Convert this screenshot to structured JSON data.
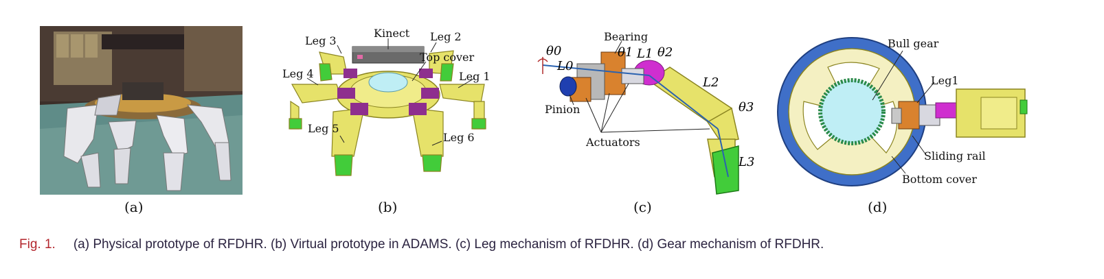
{
  "panels": {
    "a": {
      "sublabel": "(a)"
    },
    "b": {
      "sublabel": "(b)",
      "labels": {
        "kinect": "Kinect",
        "leg3": "Leg 3",
        "leg2": "Leg 2",
        "top_cover": "Top cover",
        "leg4": "Leg 4",
        "leg1": "Leg 1",
        "leg5": "Leg 5",
        "leg6": "Leg 6"
      }
    },
    "c": {
      "sublabel": "(c)",
      "labels": {
        "bearing": "Bearing",
        "theta0": "θ0",
        "theta1": "θ1",
        "theta2": "θ2",
        "theta3": "θ3",
        "l0": "L0",
        "l1": "L1",
        "l2": "L2",
        "l3": "L3",
        "pinion": "Pinion",
        "actuators": "Actuators"
      }
    },
    "d": {
      "sublabel": "(d)",
      "labels": {
        "bull_gear": "Bull gear",
        "leg1": "Leg1",
        "sliding_rail": "Sliding rail",
        "bottom_cover": "Bottom cover"
      }
    }
  },
  "caption": {
    "figure_number": "Fig. 1.",
    "text": "(a) Physical prototype of RFDHR. (b) Virtual prototype in ADAMS. (c) Leg mechanism of RFDHR. (d) Gear mechanism of RFDHR."
  },
  "colors": {
    "yellow": "#e6e26a",
    "green": "#42cc3a",
    "magenta": "#cf2ecf",
    "orange": "#d9822e",
    "blue_ring": "#3f6fc8",
    "cream": "#f4f0c2",
    "cyan": "#bfeef5",
    "photo_floor": "#5f8c88"
  }
}
